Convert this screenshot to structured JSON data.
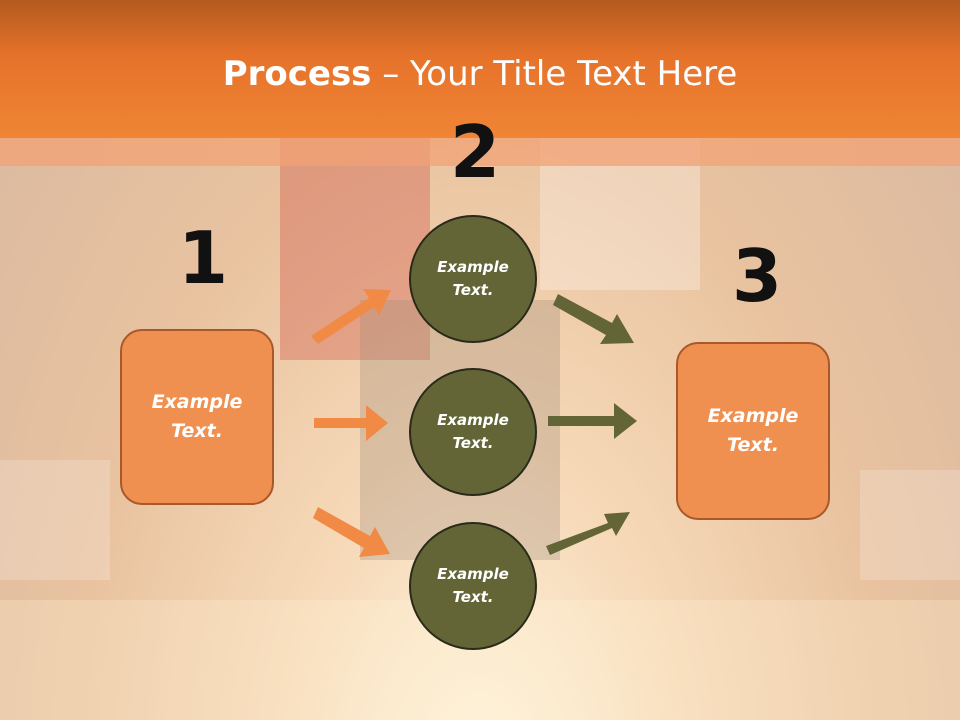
{
  "title": {
    "bold": "Process",
    "rest": " – Your Title Text Here"
  },
  "steps": {
    "one": "1",
    "two": "2",
    "three": "3"
  },
  "left_box": {
    "label": "Example\nText."
  },
  "right_box": {
    "label": "Example\nText."
  },
  "circles": [
    {
      "label": "Example\nText."
    },
    {
      "label": "Example\nText."
    },
    {
      "label": "Example\nText."
    }
  ],
  "colors": {
    "header": "#e6722a",
    "box": "#f09050",
    "circle": "#636537",
    "arrow_left": "#f08a45",
    "arrow_right": "#636537"
  }
}
